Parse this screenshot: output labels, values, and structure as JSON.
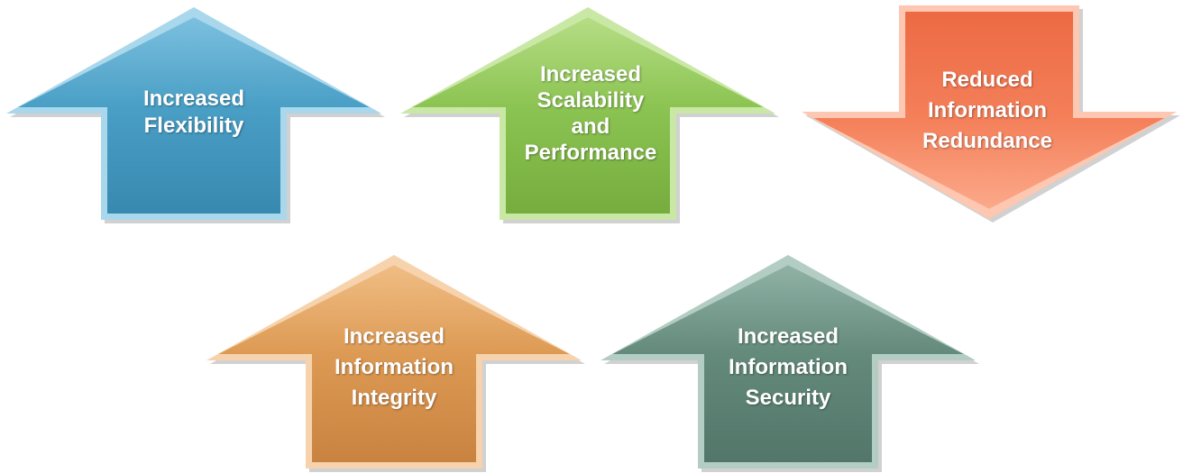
{
  "arrows": [
    {
      "direction": "up",
      "lines": [
        "Increased",
        "Flexibility"
      ],
      "colors": {
        "light": "#7cc0df",
        "mid": "#4a9fc6",
        "dark": "#3889b0",
        "edge": "#a9d7ec"
      }
    },
    {
      "direction": "up",
      "lines": [
        "Increased",
        "Scalability",
        "and",
        "Performance"
      ],
      "colors": {
        "light": "#b6dd85",
        "mid": "#8cc453",
        "dark": "#76ad3e",
        "edge": "#c9e8a6"
      }
    },
    {
      "direction": "down",
      "lines": [
        "Reduced",
        "Information",
        "Redundance"
      ],
      "colors": {
        "light": "#fba98a",
        "mid": "#f4805a",
        "dark": "#ec6a44",
        "edge": "#fdc7b1"
      }
    },
    {
      "direction": "up",
      "lines": [
        "Increased",
        "Information",
        "Integrity"
      ],
      "colors": {
        "light": "#f0bd84",
        "mid": "#dd9a54",
        "dark": "#c88340",
        "edge": "#f6d3ac"
      }
    },
    {
      "direction": "up",
      "lines": [
        "Increased",
        "Information",
        "Security"
      ],
      "colors": {
        "light": "#8fb2a5",
        "mid": "#648a7c",
        "dark": "#52776a",
        "edge": "#b4cdc4"
      }
    }
  ]
}
